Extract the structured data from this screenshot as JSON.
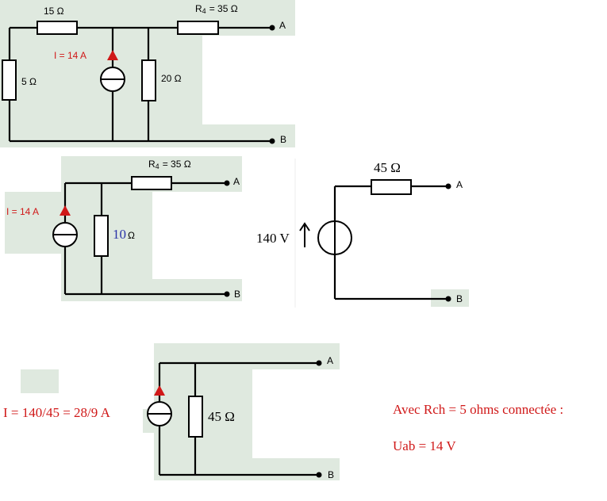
{
  "colors": {
    "accent_red": "#d01818",
    "wire": "#000000",
    "panel_bg": "#dfe9df",
    "blue_value": "#2a33a8"
  },
  "circuit1": {
    "r_top": "15 Ω",
    "r4_prefix": "R",
    "r4_sub": "4",
    "r4_value": "=  35  Ω",
    "current_label": "I =   14 A",
    "r_left": "5 Ω",
    "r_mid": "20 Ω",
    "terminal_a": "A",
    "terminal_b": "B"
  },
  "circuit2": {
    "r4_prefix": "R",
    "r4_sub": "4",
    "r4_value": "=  35  Ω",
    "current_label": "I =   14 A",
    "r_value_number": "10",
    "r_value_unit": "Ω",
    "terminal_a": "A",
    "terminal_b": "B"
  },
  "circuit3": {
    "resistor": "45 Ω",
    "source_voltage": "140 V",
    "terminal_a": "A",
    "terminal_b": "B"
  },
  "circuit4": {
    "current_formula": "I = 140/45 = 28/9 A",
    "resistor": "45 Ω",
    "terminal_a": "A",
    "terminal_b": "B"
  },
  "notes": {
    "load_line": "Avec Rch = 5 ohms  connectée :",
    "voltage_line": "Uab = 14 V"
  }
}
